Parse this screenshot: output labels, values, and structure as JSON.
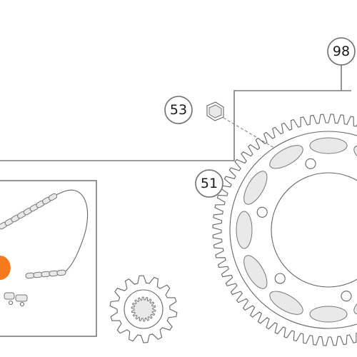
{
  "callouts": [
    {
      "id": "98",
      "label": "98"
    },
    {
      "id": "53",
      "label": "53"
    },
    {
      "id": "51",
      "label": "51"
    }
  ],
  "colors": {
    "line": "#7a7a7a",
    "part_stroke": "#666666",
    "highlight": "#f47a20"
  },
  "icons": {
    "chain": "chain-icon",
    "master_link": "master-link-icon",
    "front_sprocket": "front-sprocket-icon",
    "rear_sprocket": "rear-sprocket-icon",
    "nut": "nut-icon"
  }
}
